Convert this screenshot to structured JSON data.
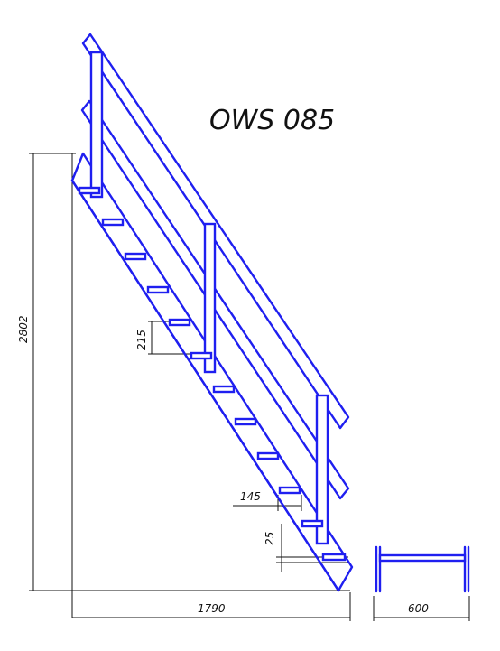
{
  "title": "OWS 085",
  "dimensions": {
    "height": "2802",
    "width": "1790",
    "depth": "600",
    "riser": "215",
    "tread": "145",
    "thickness": "25"
  },
  "colors": {
    "stair": "#1f1ff0",
    "dimension": "#111111",
    "background": "#ffffff"
  }
}
